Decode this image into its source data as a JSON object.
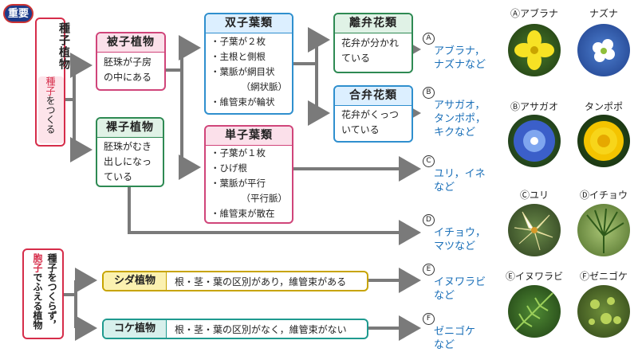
{
  "badge": "重要",
  "seed": {
    "title": "種子植物",
    "sub_red": "種子",
    "sub_rest": "をつくる"
  },
  "spore": {
    "line1": "種子をつくらず，",
    "line2_red": "胞子",
    "line2_rest": "でふえる植物"
  },
  "angiosperm": {
    "title": "被子植物",
    "desc": [
      "胚珠が子房",
      "の中にある"
    ]
  },
  "gymnosperm": {
    "title": "裸子植物",
    "desc": [
      "胚珠がむき",
      "出しになっ",
      "ている"
    ]
  },
  "dicot": {
    "title": "双子葉類",
    "items": [
      "・子葉が２枚",
      "・主根と側根",
      "・葉脈が網目状",
      "　（網状脈）",
      "・維管束が輪状"
    ]
  },
  "monocot": {
    "title": "単子葉類",
    "items": [
      "・子葉が１枚",
      "・ひげ根",
      "・葉脈が平行",
      "　（平行脈）",
      "・維管束が散在"
    ]
  },
  "polypetal": {
    "title": "離弁花類",
    "desc": [
      "花弁が分かれ",
      "ている"
    ]
  },
  "sympetal": {
    "title": "合弁花類",
    "desc": [
      "花弁がくっつ",
      "いている"
    ]
  },
  "fern": {
    "title": "シダ植物",
    "desc": "根・茎・葉の区別があり，維管束がある"
  },
  "moss": {
    "title": "コケ植物",
    "desc": "根・茎・葉の区別がなく，維管束がない"
  },
  "results": [
    {
      "mark": "A",
      "lines": [
        "アブラナ，",
        "ナズナなど"
      ]
    },
    {
      "mark": "B",
      "lines": [
        "アサガオ，",
        "タンポポ，",
        "キクなど"
      ]
    },
    {
      "mark": "C",
      "lines": [
        "ユリ，イネ",
        "など"
      ]
    },
    {
      "mark": "D",
      "lines": [
        "イチョウ，",
        "マツなど"
      ]
    },
    {
      "mark": "E",
      "lines": [
        "イヌワラビ",
        "など"
      ]
    },
    {
      "mark": "F",
      "lines": [
        "ゼニゴケ",
        "など"
      ]
    }
  ],
  "photos": [
    {
      "label": "Ⓐアブラナ",
      "icon": "rapeseed-flower-icon"
    },
    {
      "label": "ナズナ",
      "icon": "shepherds-purse-flower-icon"
    },
    {
      "label": "Ⓑアサガオ",
      "icon": "morning-glory-icon"
    },
    {
      "label": "タンポポ",
      "icon": "dandelion-icon"
    },
    {
      "label": "Ⓒユリ",
      "icon": "lily-icon"
    },
    {
      "label": "Ⓓイチョウ",
      "icon": "ginkgo-icon"
    },
    {
      "label": "Ⓔイヌワラビ",
      "icon": "fern-icon"
    },
    {
      "label": "Ⓕゼニゴケ",
      "icon": "liverwort-icon"
    }
  ],
  "colors": {
    "red": "#d62d4a",
    "green": "#2e8a53",
    "blue": "#2f8fce",
    "pink": "#d0457a",
    "yellow": "#c7a400",
    "teal": "#1f9a8f",
    "arrow": "#7a7a7a",
    "result": "#1a6fb8"
  }
}
